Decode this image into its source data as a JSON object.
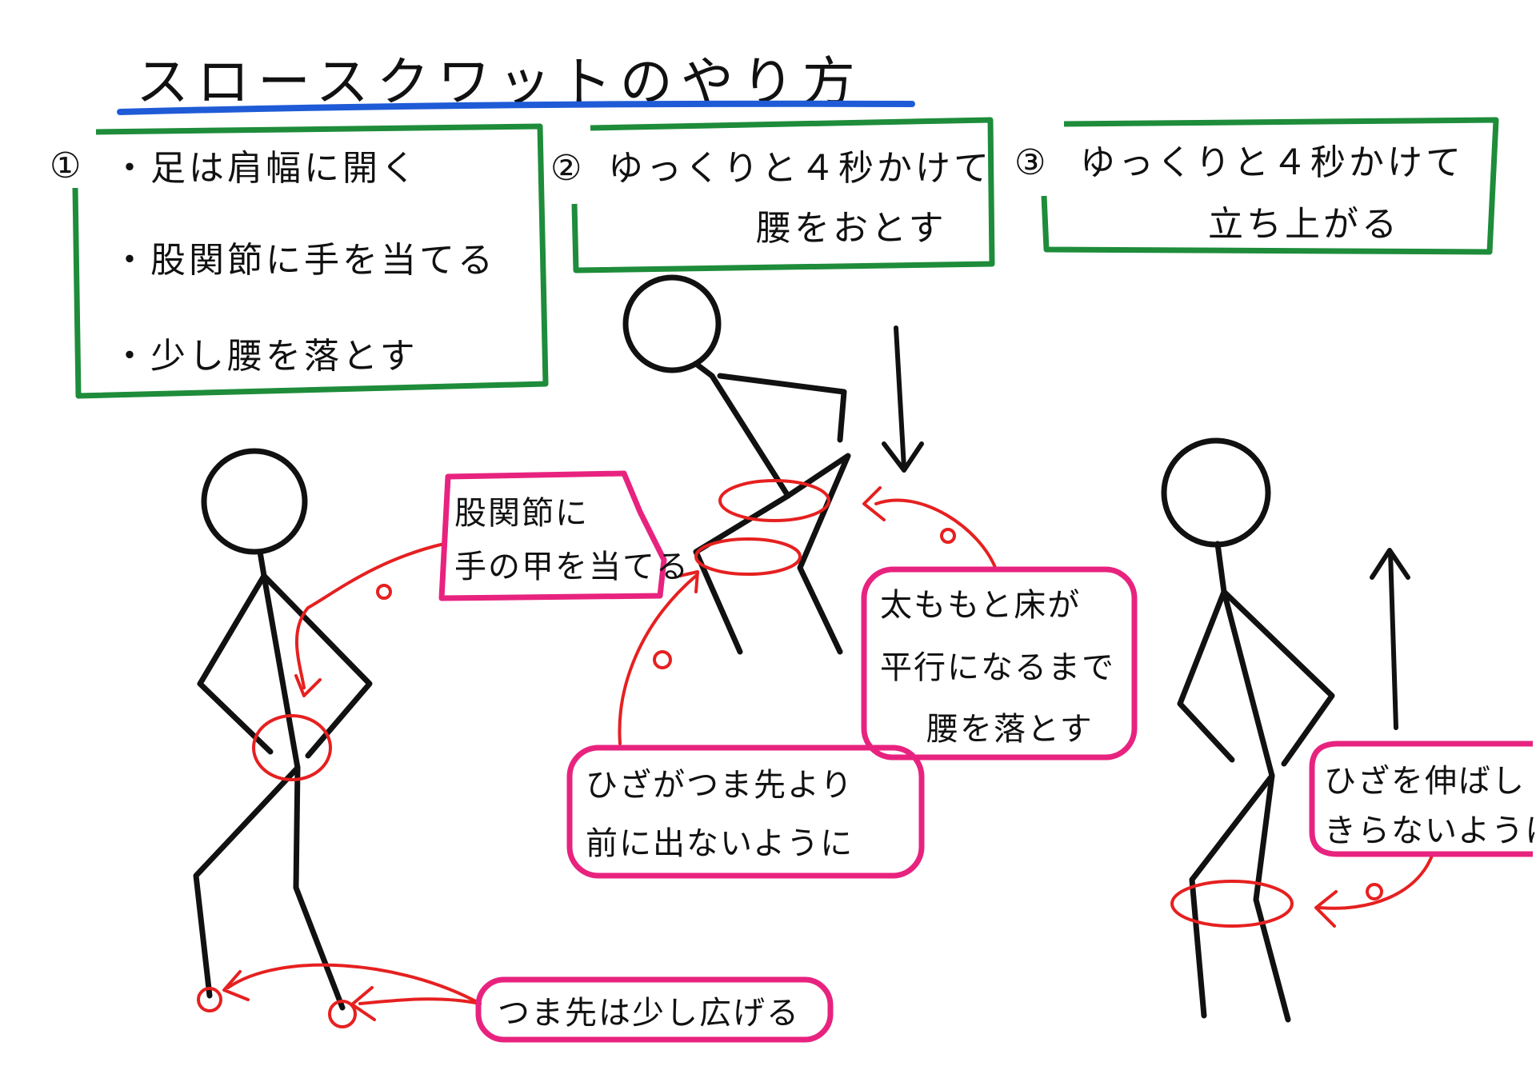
{
  "title": "スロースクワットのやり方",
  "steps": [
    {
      "number": "①",
      "lines": [
        "・足は肩幅に開く",
        "・股関節に手を当てる",
        "・少し腰を落とす"
      ]
    },
    {
      "number": "②",
      "lines": [
        "ゆっくりと４秒かけて",
        "腰をおとす"
      ]
    },
    {
      "number": "③",
      "lines": [
        "ゆっくりと４秒かけて",
        "立ち上がる"
      ]
    }
  ],
  "annotations": {
    "hand_on_hip": [
      "股関節に",
      "手の甲を当てる"
    ],
    "toes": [
      "つま先は少し広げる"
    ],
    "knees": [
      "ひざがつま先より",
      "前に出ないように"
    ],
    "thighs": [
      "太ももと床が",
      "平行になるまで",
      "腰を落とす"
    ],
    "straighten": [
      "ひざを伸ばし",
      "きらないように"
    ]
  },
  "colors": {
    "title_underline": "#1f5bd6",
    "step_box": "#1e8c3a",
    "note_box": "#e8237f",
    "markers": "#e62020",
    "ink": "#111111"
  },
  "icons": {
    "down_arrow": "down-arrow-icon",
    "up_arrow": "up-arrow-icon"
  }
}
